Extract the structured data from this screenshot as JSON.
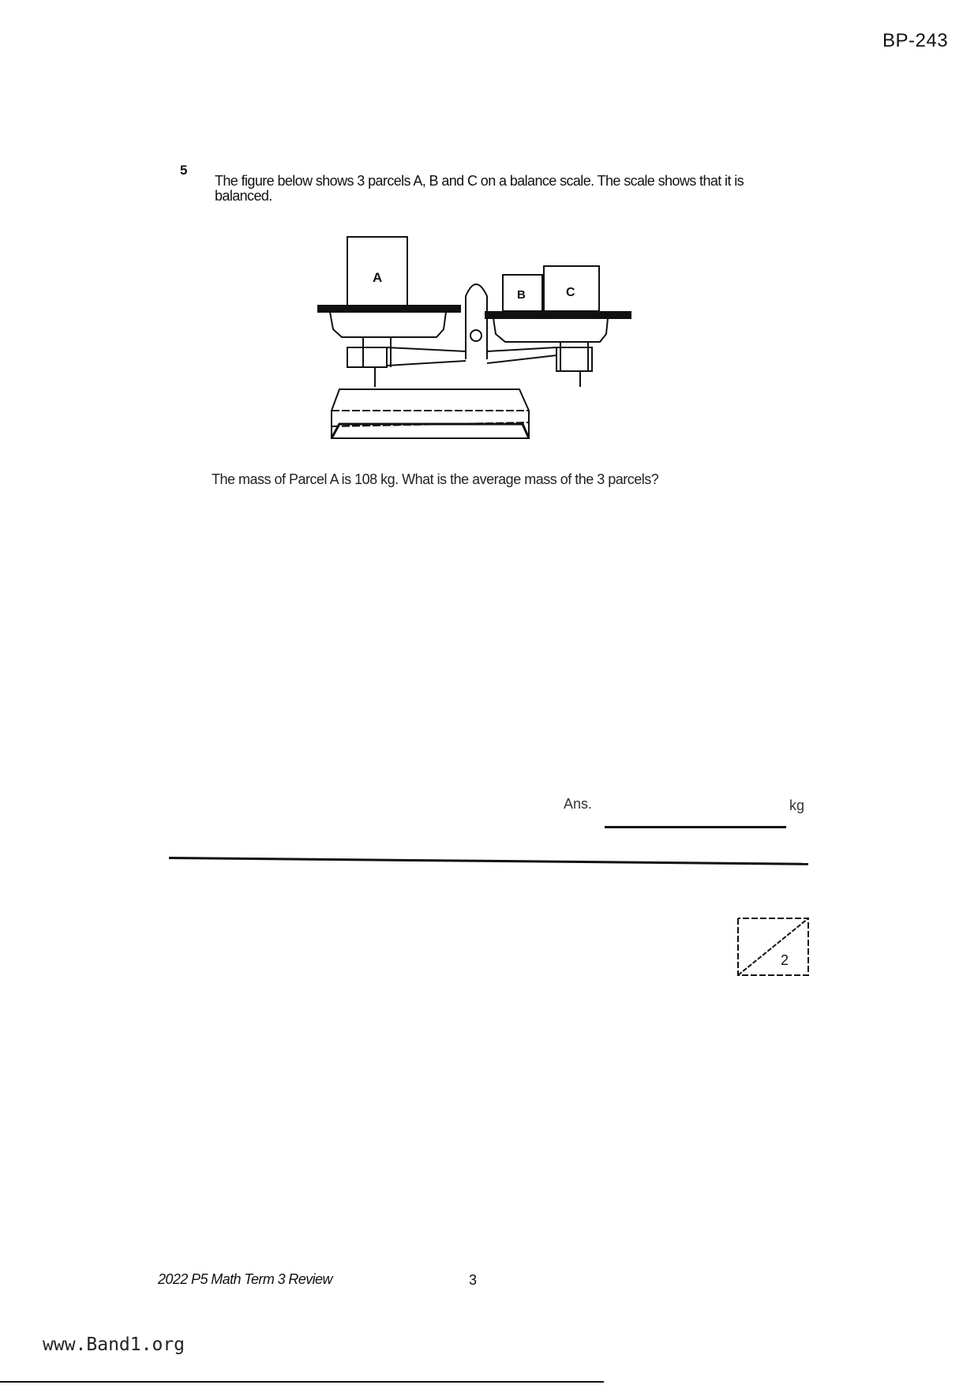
{
  "header": {
    "code": "BP-243"
  },
  "question": {
    "number": "5",
    "text": "The figure below shows 3 parcels A, B and C on a balance scale. The scale shows that it is balanced.",
    "figure_labels": {
      "a": "A",
      "b": "B",
      "c": "C"
    },
    "prompt": "The mass of Parcel A is 108 kg. What is the average mass of the 3 parcels?",
    "answer_label": "Ans.",
    "answer_value": "",
    "unit": "kg",
    "marks": "2"
  },
  "footer": {
    "title": "2022 P5 Math Term 3 Review",
    "page": "3",
    "site": "www.Band1.org"
  }
}
